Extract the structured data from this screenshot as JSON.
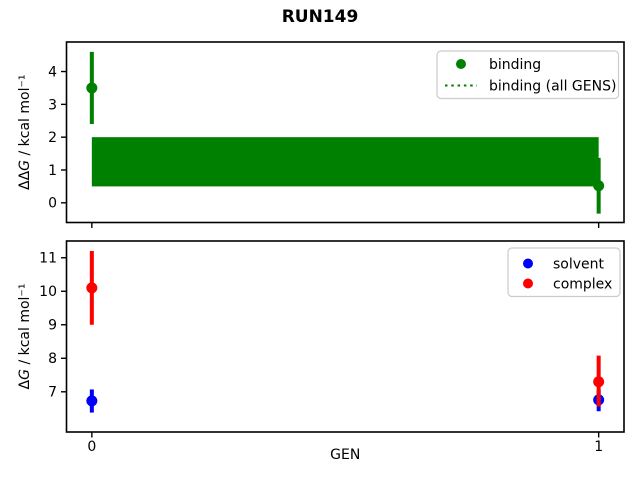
{
  "figure": {
    "title": "RUN149",
    "background": "#ffffff"
  },
  "colors": {
    "binding": "#008000",
    "solvent": "#0000ff",
    "complex": "#ff0000",
    "axis": "#000000",
    "legend_border": "#cccccc",
    "legend_bg": "#ffffff"
  },
  "chart_data": [
    {
      "type": "scatter",
      "name": "binding-free-energy-panel",
      "ylabel": "ΔΔG / kcal mol⁻¹",
      "xlabel": "",
      "xlim": [
        -0.05,
        1.05
      ],
      "ylim": [
        -0.6,
        4.9
      ],
      "xticks": [
        0,
        1
      ],
      "xticklabels": [
        "0",
        "1"
      ],
      "show_xticklabels": false,
      "yticks": [
        0,
        1,
        2,
        3,
        4
      ],
      "yticklabels": [
        "0",
        "1",
        "2",
        "3",
        "4"
      ],
      "grid": false,
      "band": {
        "label": "binding (all GENS)",
        "color": "#008000",
        "x": [
          0,
          1
        ],
        "y_low": 0.5,
        "y_high": 2.0
      },
      "series": [
        {
          "name": "binding",
          "color": "#008000",
          "marker": "circle",
          "x": [
            0,
            1
          ],
          "y": [
            3.5,
            0.52
          ],
          "yerr_low": [
            2.4,
            -0.33
          ],
          "yerr_high": [
            4.6,
            1.37
          ]
        }
      ],
      "legend": {
        "position": "upper right",
        "entries": [
          {
            "label": "binding",
            "glyph": "dot",
            "color": "#008000"
          },
          {
            "label": "binding (all GENS)",
            "glyph": "dotted-line",
            "color": "#008000"
          }
        ]
      }
    },
    {
      "type": "scatter",
      "name": "absolute-free-energy-panel",
      "ylabel": "ΔG / kcal mol⁻¹",
      "xlabel": "GEN",
      "xlim": [
        -0.05,
        1.05
      ],
      "ylim": [
        5.8,
        11.5
      ],
      "xticks": [
        0,
        1
      ],
      "xticklabels": [
        "0",
        "1"
      ],
      "show_xticklabels": true,
      "yticks": [
        7,
        8,
        9,
        10,
        11
      ],
      "yticklabels": [
        "7",
        "8",
        "9",
        "10",
        "11"
      ],
      "grid": false,
      "series": [
        {
          "name": "solvent",
          "color": "#0000ff",
          "marker": "circle",
          "x": [
            0,
            1
          ],
          "y": [
            6.73,
            6.76
          ],
          "yerr_low": [
            6.38,
            6.42
          ],
          "yerr_high": [
            7.07,
            7.05
          ]
        },
        {
          "name": "complex",
          "color": "#ff0000",
          "marker": "circle",
          "x": [
            0,
            1
          ],
          "y": [
            10.1,
            7.3
          ],
          "yerr_low": [
            9.0,
            6.56
          ],
          "yerr_high": [
            11.2,
            8.08
          ]
        }
      ],
      "legend": {
        "position": "upper right",
        "entries": [
          {
            "label": "solvent",
            "glyph": "dot",
            "color": "#0000ff"
          },
          {
            "label": "complex",
            "glyph": "dot",
            "color": "#ff0000"
          }
        ]
      }
    }
  ]
}
